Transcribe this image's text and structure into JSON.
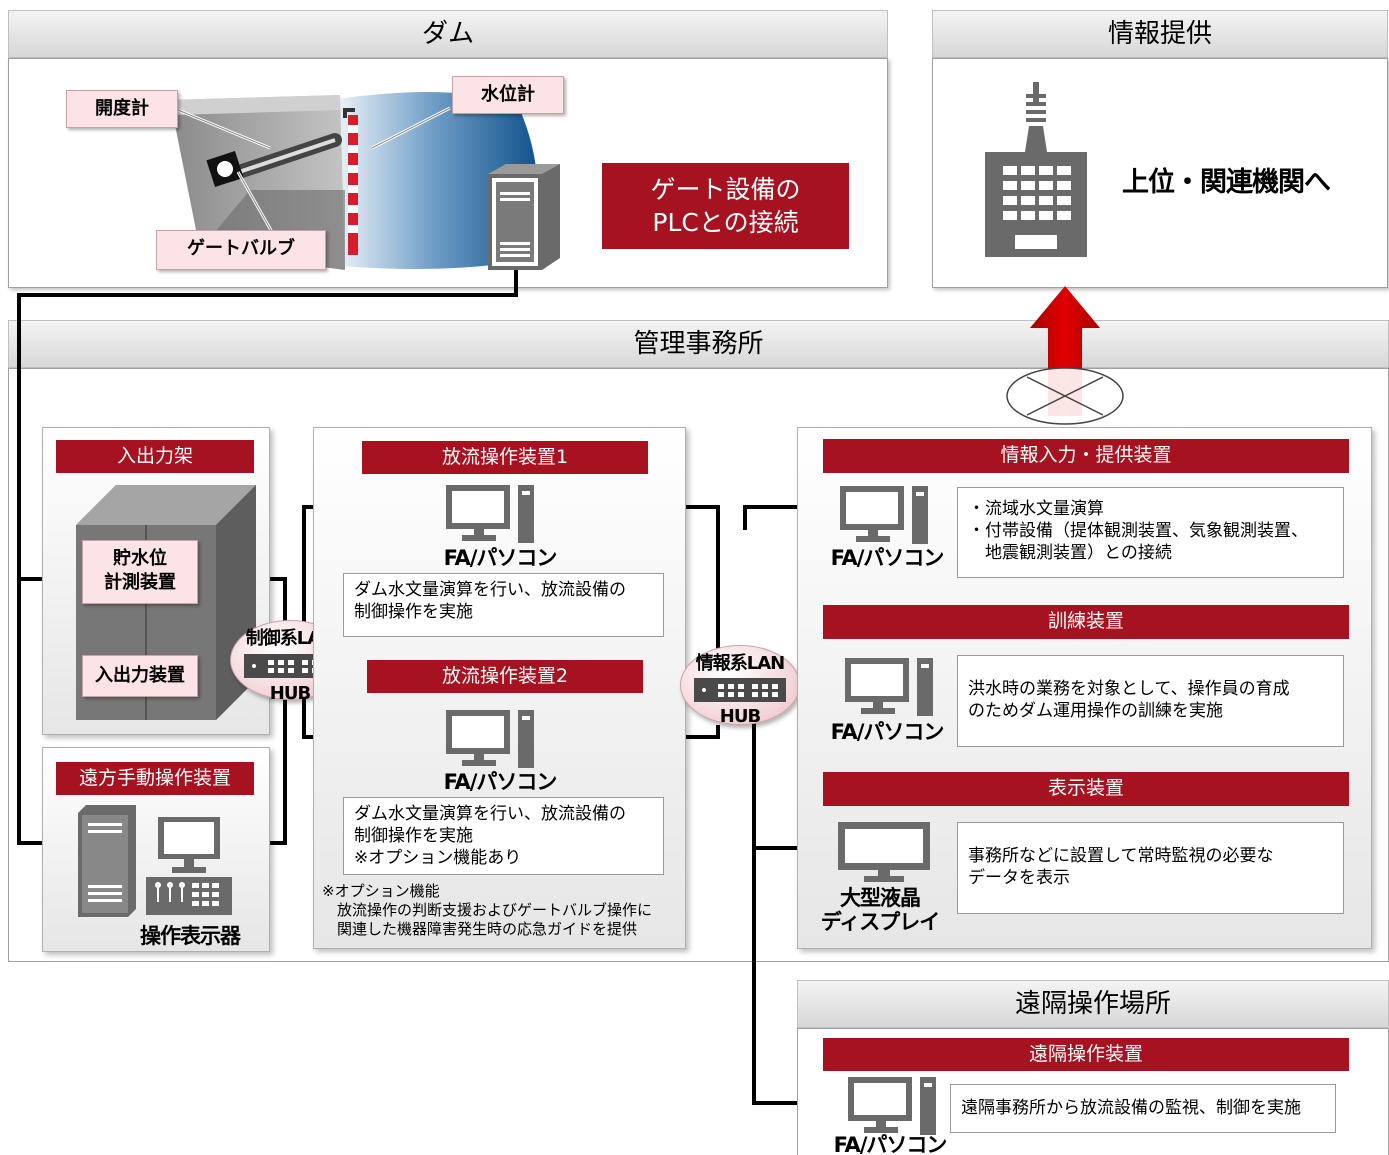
{
  "dam": {
    "title": "ダム",
    "labels": {
      "opening_meter": "開度計",
      "water_level_meter": "水位計",
      "gate_valve": "ゲートバルブ"
    },
    "plc_box": {
      "line1": "ゲート設備の",
      "line2": "PLCとの接続"
    }
  },
  "info_provision": {
    "title": "情報提供",
    "text": "上位・関連機関へ"
  },
  "office": {
    "title": "管理事務所",
    "io_rack": {
      "title": "入出力架",
      "storage_level": "貯水位\n計測装置",
      "io_device": "入出力装置"
    },
    "remote_manual": {
      "title": "遠方手動操作装置",
      "display_label": "操作表示器"
    },
    "control_hub": {
      "top": "制御系LAN",
      "bottom": "HUB"
    },
    "info_hub": {
      "top": "情報系LAN",
      "bottom": "HUB"
    },
    "discharge": {
      "unit1": {
        "title": "放流操作装置1",
        "pc_label": "FA/パソコン",
        "desc": "ダム水文量演算を行い、放流設備の\n制御操作を実施"
      },
      "unit2": {
        "title": "放流操作装置2",
        "pc_label": "FA/パソコン",
        "desc": "ダム水文量演算を行い、放流設備の\n制御操作を実施\n※オプション機能あり"
      },
      "note": "※オプション機能\n　放流操作の判断支援およびゲートバルブ操作に\n　関連した機器障害発生時の応急ガイドを提供"
    },
    "info_devices": {
      "input": {
        "title": "情報入力・提供装置",
        "pc_label": "FA/パソコン",
        "desc": "・流域水文量演算\n・付帯設備（提体観測装置、気象観測装置、\n　地震観測装置）との接続"
      },
      "training": {
        "title": "訓練装置",
        "pc_label": "FA/パソコン",
        "desc": "洪水時の業務を対象として、操作員の育成\nのためダム運用操作の訓練を実施"
      },
      "display": {
        "title": "表示装置",
        "pc_label": "大型液晶\nディスプレイ",
        "desc": "事務所などに設置して常時監視の必要な\nデータを表示"
      }
    }
  },
  "remote": {
    "title": "遠隔操作場所",
    "device_title": "遠隔操作装置",
    "pc_label": "FA/パソコン",
    "desc": "遠隔事務所から放流設備の監視、制御を実施"
  }
}
